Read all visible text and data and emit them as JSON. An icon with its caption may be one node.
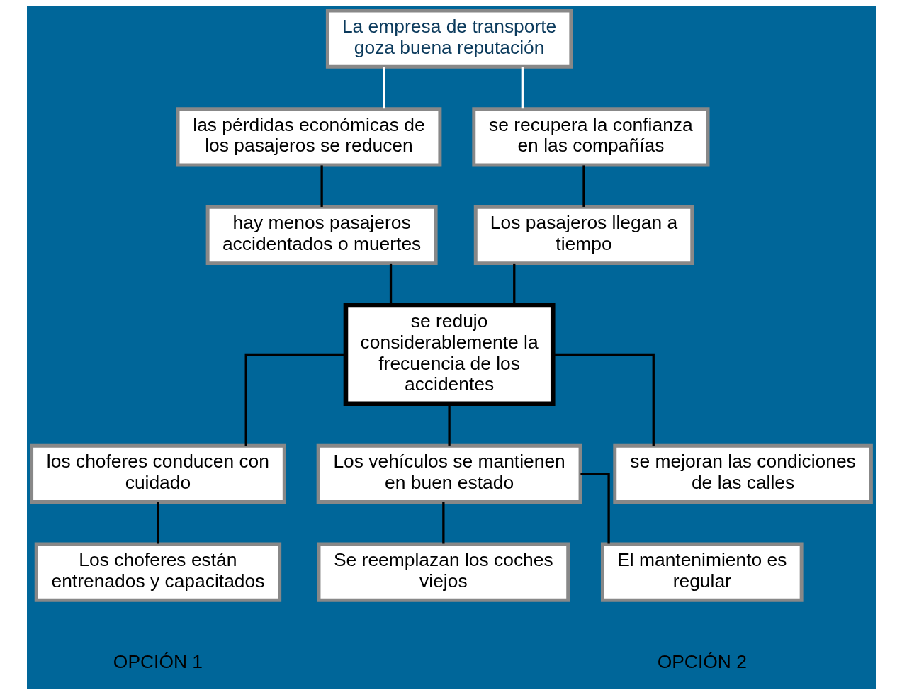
{
  "diagram": {
    "nodes": [
      {
        "text": [
          "La empresa de transporte goza buena reputación"
        ]
      },
      {
        "text": [
          "las pérdidas económicas de los pasajeros se reducen"
        ]
      },
      {
        "text": [
          "se recupera la confianza en las compañías"
        ]
      },
      {
        "text": [
          "hay menos pasajeros accidentados o muertes"
        ]
      },
      {
        "text": [
          "Los pasajeros llegan a tiempo"
        ]
      },
      {
        "text": [
          "se redujo considerablemente la frecuencia de los accidentes"
        ]
      },
      {
        "text": [
          "los choferes conducen con cuidado"
        ]
      },
      {
        "text": [
          "Los vehículos se mantienen en buen estado"
        ]
      },
      {
        "text": [
          "se mejoran las condiciones de las calles"
        ]
      },
      {
        "text": [
          "Los choferes están entrenados y capacitados"
        ]
      },
      {
        "text": [
          "Se reemplazan los coches viejos"
        ]
      },
      {
        "text": [
          "El mantenimiento es regular"
        ]
      }
    ],
    "edges": [
      {
        "from": 0,
        "to": 1,
        "arrow": "none",
        "color": "#ffffff"
      },
      {
        "from": 0,
        "to": 2,
        "arrow": "none",
        "color": "#ffffff"
      },
      {
        "from": 1,
        "to": 3,
        "arrow": "none"
      },
      {
        "from": 2,
        "to": 4,
        "arrow": "none"
      },
      {
        "from": 3,
        "to": 5,
        "arrow": "none"
      },
      {
        "from": 4,
        "to": 5,
        "arrow": "none"
      },
      {
        "from": 5,
        "to": 6,
        "arrow": "none"
      },
      {
        "from": 5,
        "to": 7,
        "arrow": "none"
      },
      {
        "from": 5,
        "to": 8,
        "arrow": "none"
      },
      {
        "from": 6,
        "to": 9,
        "arrow": "none"
      },
      {
        "from": 7,
        "to": 10,
        "arrow": "none"
      },
      {
        "from": 7,
        "to": 11,
        "arrow": "none"
      }
    ],
    "labels": [
      "OPCIÓN 1",
      "OPCIÓN 2"
    ]
  }
}
